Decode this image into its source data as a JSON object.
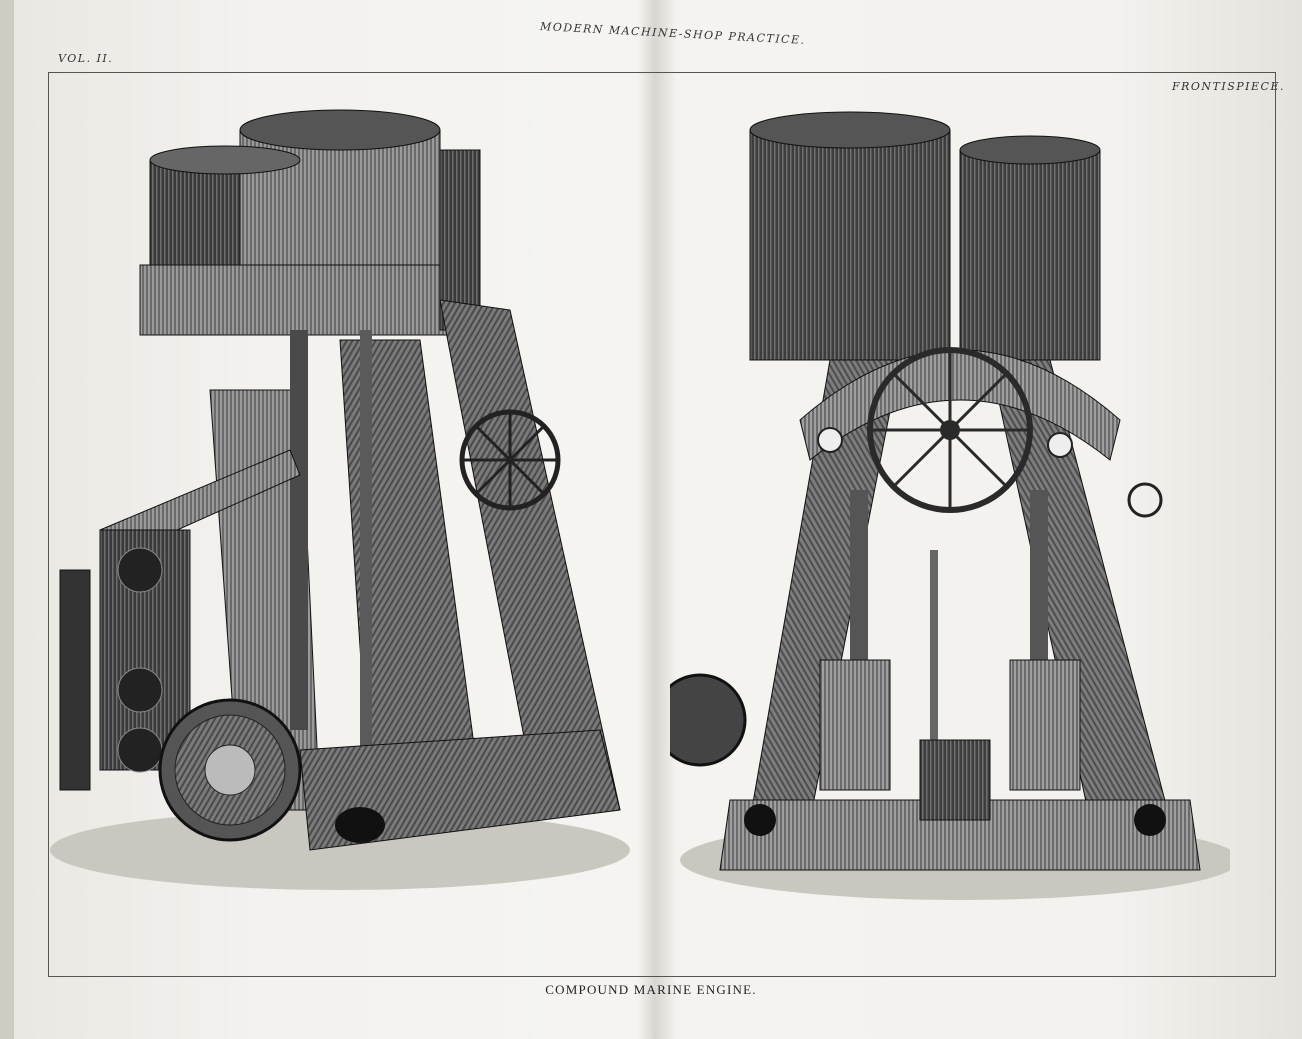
{
  "header": {
    "volume": "VOL. II.",
    "title": "MODERN MACHINE-SHOP PRACTICE.",
    "plate_label": "FRONTISPIECE."
  },
  "caption": "COMPOUND MARINE ENGINE.",
  "colors": {
    "paper": "#f4f3ef",
    "ink": "#1c1c1c",
    "metal_dark": "#2b2b2b",
    "metal_mid": "#6a6a6a",
    "metal_light": "#b8b8b8"
  },
  "illustrations": [
    {
      "id": "side-view",
      "description_icon": "engine-side-view-engraving"
    },
    {
      "id": "front-view",
      "description_icon": "engine-front-view-engraving"
    }
  ]
}
